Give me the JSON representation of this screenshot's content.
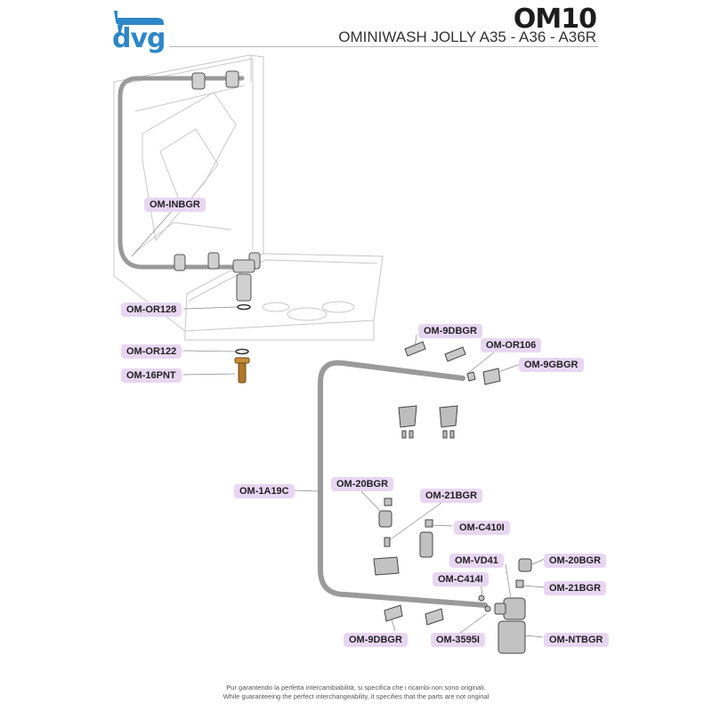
{
  "header": {
    "logo_text": "dvg",
    "page_code": "OM10",
    "subtitle": "OMINIWASH JOLLY A35 - A36 - A36R"
  },
  "parts": [
    {
      "code": "OM-INBGR"
    },
    {
      "code": "OM-OR128"
    },
    {
      "code": "OM-OR122"
    },
    {
      "code": "OM-16PNT"
    },
    {
      "code": "OM-9DBGR"
    },
    {
      "code": "OM-OR106"
    },
    {
      "code": "OM-9GBGR"
    },
    {
      "code": "OM-1A19C"
    },
    {
      "code": "OM-20BGR"
    },
    {
      "code": "OM-21BGR"
    },
    {
      "code": "OM-C410I"
    },
    {
      "code": "OM-VD41"
    },
    {
      "code": "OM-20BGR"
    },
    {
      "code": "OM-C414I"
    },
    {
      "code": "OM-21BGR"
    },
    {
      "code": "OM-9DBGR"
    },
    {
      "code": "OM-3595I"
    },
    {
      "code": "OM-NTBGR"
    }
  ],
  "footer": {
    "line1": "Pur garantendo la perfetta intercambiabilità, si specifica che i ricambi non sono originali.",
    "line2": "While guaranteeing the perfect interchangeability, it specifies that the parts are not original"
  },
  "colors": {
    "brand": "#2d86c8",
    "label_bg": "#e8d6f2",
    "pipe": "#9a9a9a",
    "panel_line": "#c8c8c8"
  }
}
